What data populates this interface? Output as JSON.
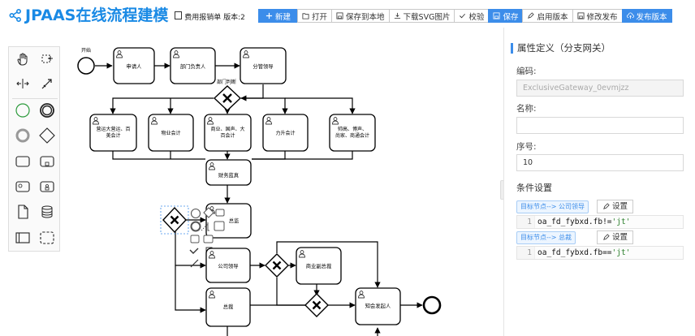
{
  "header": {
    "title": "JPAAS在线流程建模",
    "form_name": "费用报销单",
    "version": "版本:2"
  },
  "toolbar": {
    "new": "新建",
    "open": "打开",
    "save_local": "保存到本地",
    "download_svg": "下载SVG图片",
    "validate": "校验",
    "save": "保存",
    "enable_version": "启用版本",
    "modify_publish": "修改发布",
    "publish_version": "发布版本"
  },
  "diagram": {
    "start_label": "开始",
    "gateway_label": "部门判断",
    "tasks": {
      "applicant": "申请人",
      "dept_head": "部门负责人",
      "division_lead": "分管领导",
      "ops_accounting_1": "营运大营运、百",
      "ops_accounting_2": "美会计",
      "property_accounting": "物业会计",
      "commerce_accounting_1": "商业、国声、大",
      "commerce_accounting_2": "百会计",
      "lisheng_accounting": "力升会计",
      "misc_accounting_1": "帅高、博声、",
      "misc_accounting_2": "尚家、商通会计",
      "finance_review": "财务蓝真",
      "supervisor": "总监",
      "company_lead": "公司领导",
      "vp": "商业副总裁",
      "ceo": "总裁",
      "notify_initiator": "知会发起人"
    }
  },
  "panel": {
    "title": "属性定义（分支网关）",
    "code_label": "编码:",
    "code_value": "ExclusiveGateway_0evmjzz",
    "name_label": "名称:",
    "name_value": "",
    "seq_label": "序号:",
    "seq_value": "10",
    "conditions_title": "条件设置",
    "conditions": [
      {
        "target": "目标节点--> 公司领导",
        "set_label": "设置",
        "line": "1",
        "code_prefix": "oa_fd_fybxd.fb!=",
        "code_string": "'jt'"
      },
      {
        "target": "目标节点--> 总裁",
        "set_label": "设置",
        "line": "1",
        "code_prefix": "oa_fd_fybxd.fb==",
        "code_string": "'jt'"
      }
    ]
  },
  "colors": {
    "accent": "#3c8dea",
    "logo": "#1a8ae5"
  }
}
